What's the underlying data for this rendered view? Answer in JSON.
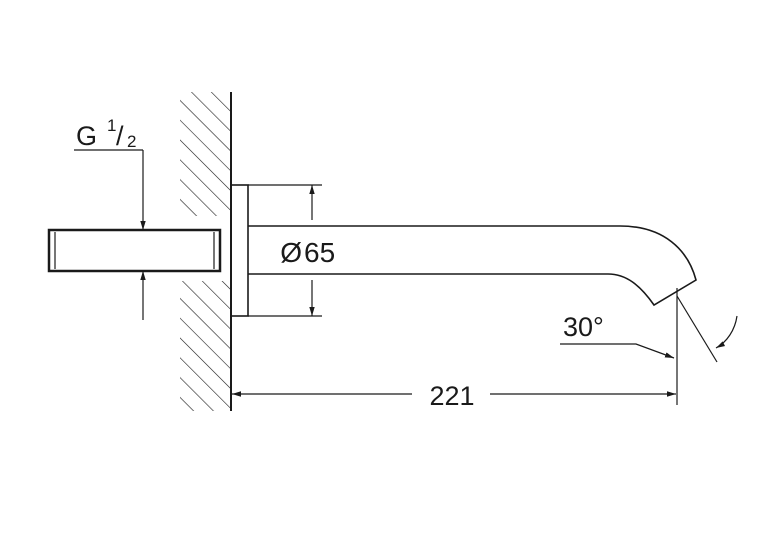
{
  "labels": {
    "thread_prefix": "G",
    "thread_num": "1",
    "thread_sep": "/",
    "thread_den": "2",
    "diameter_symbol": "Ø",
    "diameter_value": "65",
    "angle": "30°",
    "length": "221"
  },
  "colors": {
    "line": "#1a1a1a",
    "background": "#ffffff"
  }
}
